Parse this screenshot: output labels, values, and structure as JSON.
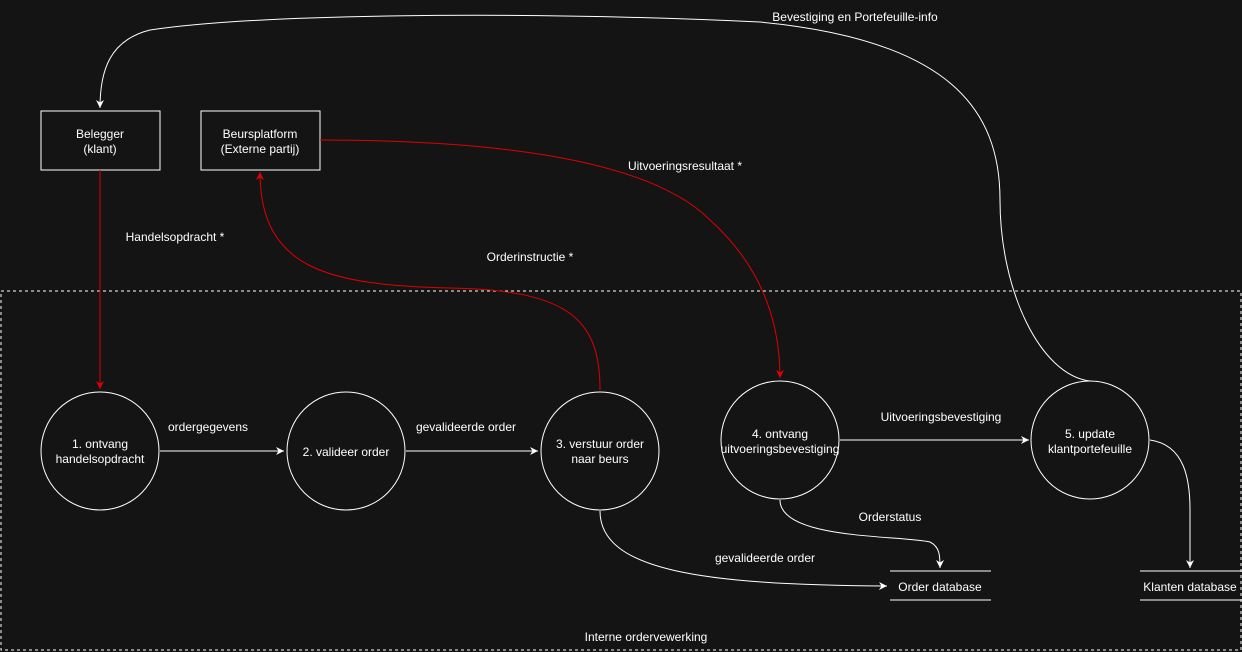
{
  "boundary_label": "Interne ordervewerking",
  "entities": {
    "investor": {
      "line1": "Belegger",
      "line2": "(klant)"
    },
    "exchange": {
      "line1": "Beursplatform",
      "line2": "(Externe partij)"
    }
  },
  "processes": {
    "p1": {
      "line1": "1. ontvang",
      "line2": "handelsopdracht"
    },
    "p2": {
      "line1": "2. valideer order"
    },
    "p3": {
      "line1": "3. verstuur order",
      "line2": "naar beurs"
    },
    "p4": {
      "line1": "4. ontvang",
      "line2": "uitvoeringsbevestiging"
    },
    "p5": {
      "line1": "5. update",
      "line2": "klantportefeuille"
    }
  },
  "stores": {
    "orders": "Order database",
    "clients": "Klanten database"
  },
  "flows": {
    "confirmation_portfolio": "Bevestiging en Portefeuille-info",
    "trade_order": "Handelsopdracht *",
    "execution_result": "Uitvoeringsresultaat *",
    "order_instruction": "Orderinstructie *",
    "order_data": "ordergegevens",
    "validated_order_1": "gevalideerde order",
    "execution_confirmation": "Uitvoeringsbevestiging",
    "order_status": "Orderstatus",
    "validated_order_2": "gevalideerde order"
  },
  "colors": {
    "background": "#141414",
    "line": "#ffffff",
    "external_flow": "#e00000"
  }
}
